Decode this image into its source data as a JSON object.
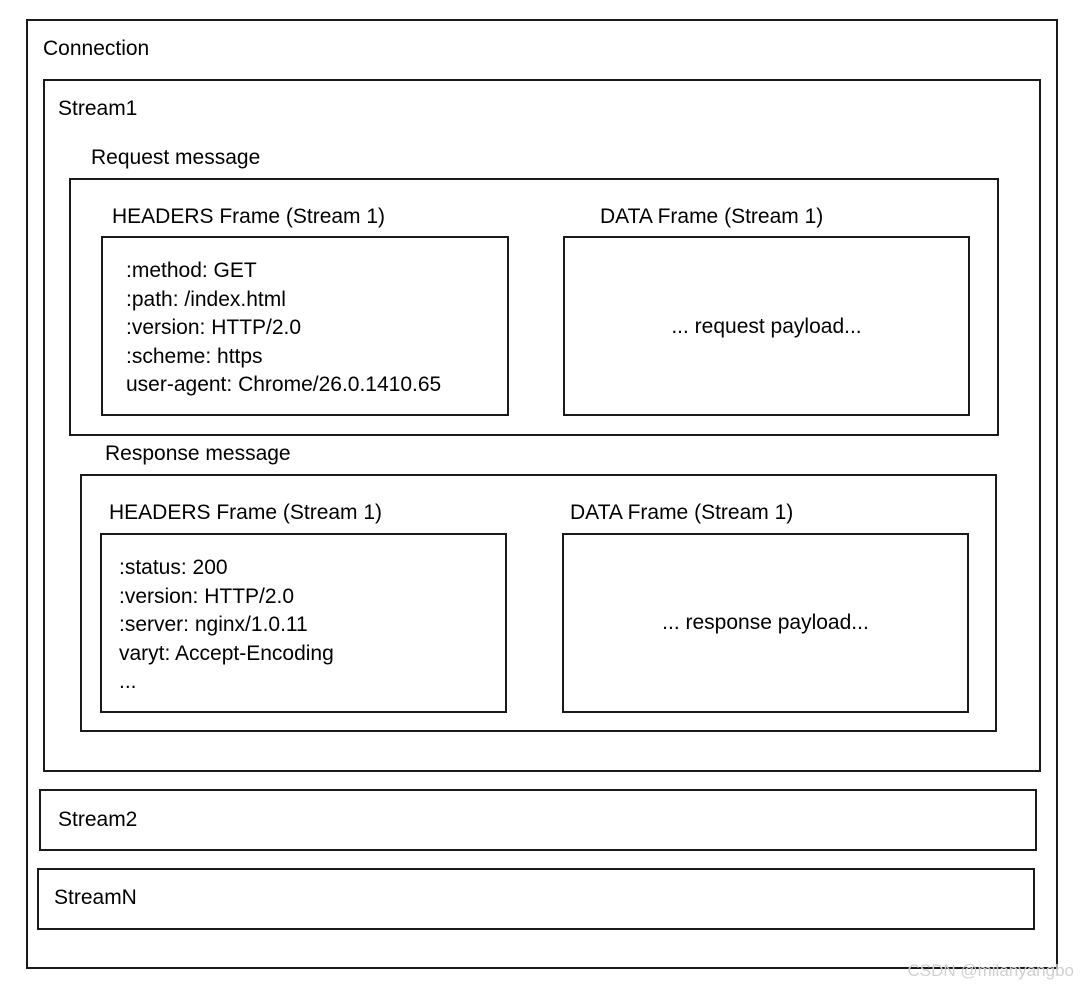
{
  "connection": {
    "label": "Connection"
  },
  "stream1": {
    "label": "Stream1",
    "request": {
      "label": "Request message",
      "headers_frame": {
        "title": "HEADERS Frame (Stream 1)",
        "lines": [
          ":method: GET",
          ":path: /index.html",
          ":version: HTTP/2.0",
          ":scheme: https",
          "user-agent: Chrome/26.0.1410.65"
        ]
      },
      "data_frame": {
        "title": "DATA Frame (Stream 1)",
        "payload": "... request payload..."
      }
    },
    "response": {
      "label": "Response message",
      "headers_frame": {
        "title": "HEADERS Frame (Stream 1)",
        "lines": [
          ":status: 200",
          ":version: HTTP/2.0",
          ":server: nginx/1.0.11",
          "varyt: Accept-Encoding",
          "..."
        ]
      },
      "data_frame": {
        "title": "DATA Frame (Stream 1)",
        "payload": "... response payload..."
      }
    }
  },
  "stream2": {
    "label": "Stream2"
  },
  "streamN": {
    "label": "StreamN"
  },
  "watermark": "CSDN @milanyangbo"
}
